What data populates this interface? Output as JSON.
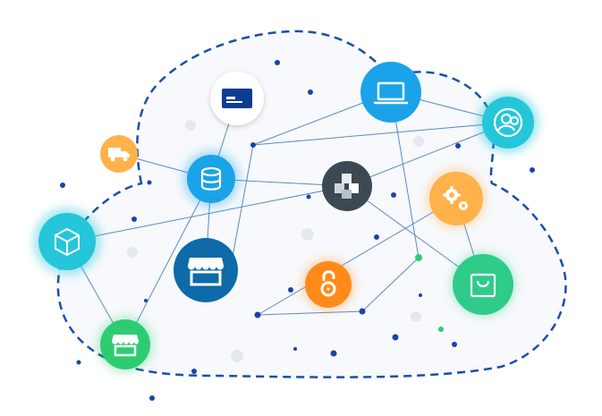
{
  "colors": {
    "cloud_outline": "#1a4fa8",
    "cloud_fill": "#f7f9fc",
    "connector": "#5b8ac4",
    "dot_blue": "#1646a8",
    "dot_green": "#2ecc71",
    "dot_faint": "#e4e9f1"
  },
  "nodes": [
    {
      "id": "truck",
      "icon": "truck-icon",
      "color": "#ffb24a"
    },
    {
      "id": "card",
      "icon": "credit-card-icon",
      "color": "#ffffff"
    },
    {
      "id": "laptop",
      "icon": "laptop-icon",
      "color": "#1aa3e8"
    },
    {
      "id": "users",
      "icon": "users-icon",
      "color": "#26c6da"
    },
    {
      "id": "database",
      "icon": "database-icon",
      "color": "#1aa3e8"
    },
    {
      "id": "blocks",
      "icon": "blocks-icon",
      "color": "#3c4852"
    },
    {
      "id": "gears",
      "icon": "gears-icon",
      "color": "#ffb24a"
    },
    {
      "id": "box",
      "icon": "box-icon",
      "color": "#26c6da"
    },
    {
      "id": "store-large",
      "icon": "storefront-icon",
      "color": "#0e6aa8"
    },
    {
      "id": "open-access",
      "icon": "open-lock-icon",
      "color": "#ff8a1a"
    },
    {
      "id": "bag",
      "icon": "shopping-bag-icon",
      "color": "#2ecc88"
    },
    {
      "id": "store-small",
      "icon": "storefront-icon",
      "color": "#2ecc71"
    }
  ]
}
